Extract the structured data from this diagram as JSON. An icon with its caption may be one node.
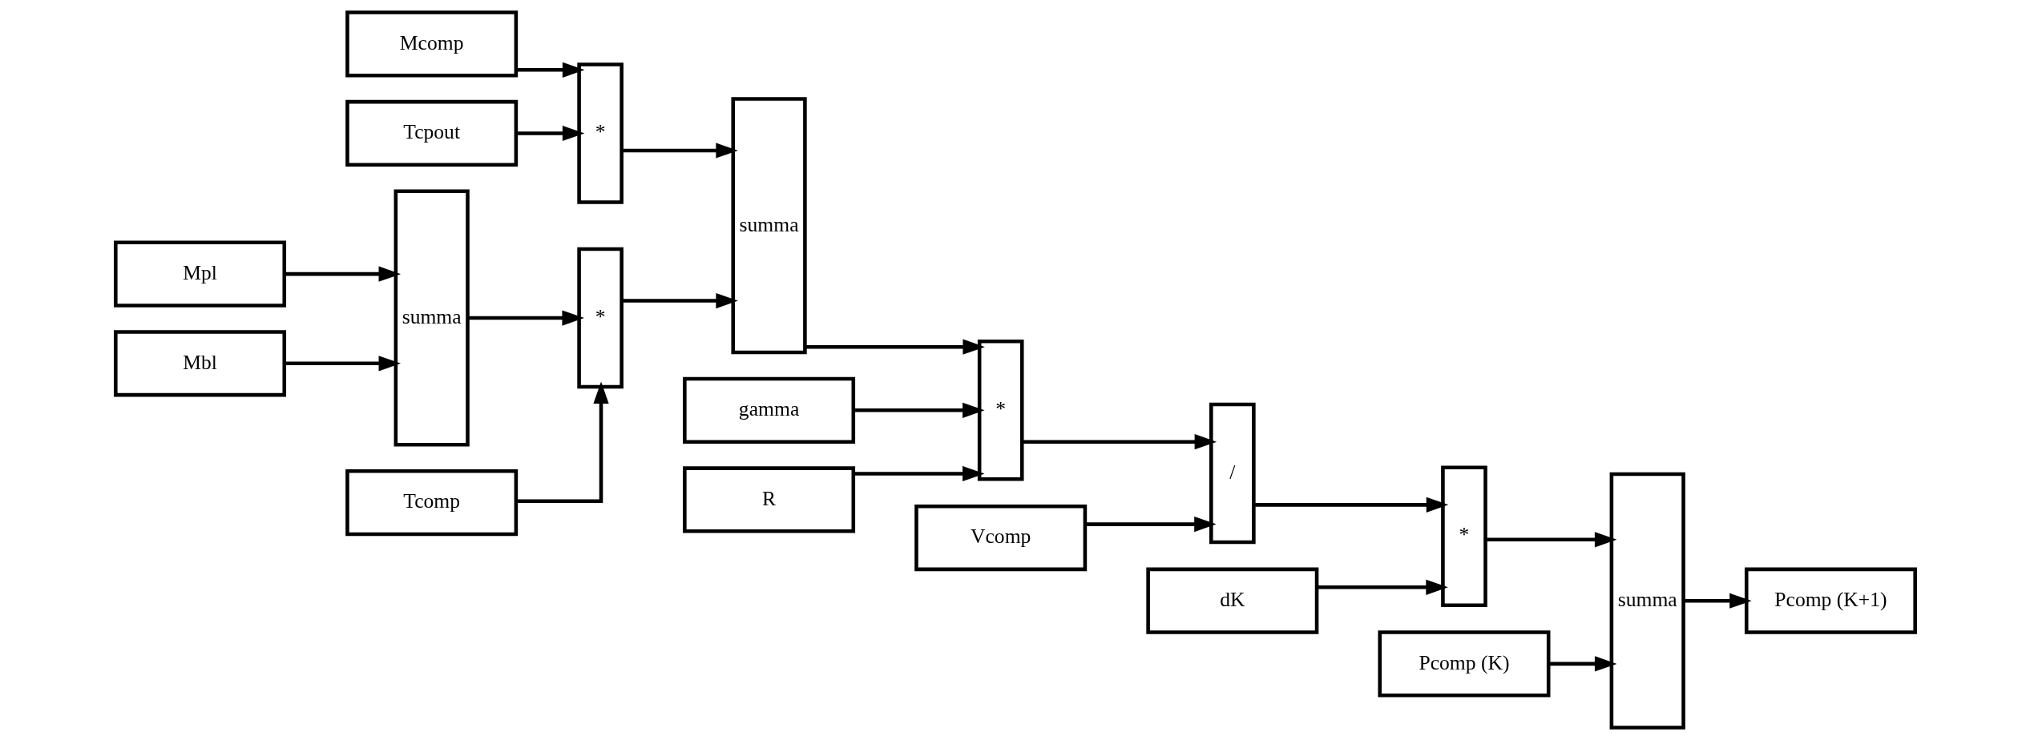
{
  "diagram": {
    "nodes": [
      {
        "text": [
          "Mcomp"
        ]
      },
      {
        "text": [
          "Tcpout"
        ]
      },
      {
        "text": [
          "*"
        ]
      },
      {
        "text": [
          "summa"
        ]
      },
      {
        "text": [
          "Mpl"
        ]
      },
      {
        "text": [
          "Mbl"
        ]
      },
      {
        "text": [
          "summa"
        ]
      },
      {
        "text": [
          "Tcomp"
        ]
      },
      {
        "text": [
          "*"
        ]
      },
      {
        "text": [
          "gamma"
        ]
      },
      {
        "text": [
          "R"
        ]
      },
      {
        "text": [
          "Vcomp"
        ]
      },
      {
        "text": [
          "*"
        ]
      },
      {
        "text": [
          "/"
        ]
      },
      {
        "text": [
          "dK"
        ]
      },
      {
        "text": [
          "*"
        ]
      },
      {
        "text": [
          "Pcomp (K)"
        ]
      },
      {
        "text": [
          "summa"
        ]
      },
      {
        "text": [
          "Pcomp (K+1)"
        ]
      }
    ],
    "edges": [
      {
        "from": 0,
        "to": 2,
        "arrow": "to"
      },
      {
        "from": 1,
        "to": 2,
        "arrow": "to"
      },
      {
        "from": 2,
        "to": 3,
        "arrow": "to"
      },
      {
        "from": 8,
        "to": 3,
        "arrow": "to"
      },
      {
        "from": 4,
        "to": 6,
        "arrow": "to"
      },
      {
        "from": 5,
        "to": 6,
        "arrow": "to"
      },
      {
        "from": 6,
        "to": 8,
        "arrow": "to"
      },
      {
        "from": 7,
        "to": 8,
        "arrow": "to"
      },
      {
        "from": 3,
        "to": 12,
        "arrow": "to"
      },
      {
        "from": 9,
        "to": 12,
        "arrow": "to"
      },
      {
        "from": 10,
        "to": 12,
        "arrow": "to"
      },
      {
        "from": 12,
        "to": 13,
        "arrow": "to"
      },
      {
        "from": 11,
        "to": 13,
        "arrow": "to"
      },
      {
        "from": 13,
        "to": 15,
        "arrow": "to"
      },
      {
        "from": 14,
        "to": 15,
        "arrow": "to"
      },
      {
        "from": 15,
        "to": 17,
        "arrow": "to"
      },
      {
        "from": 16,
        "to": 17,
        "arrow": "to"
      },
      {
        "from": 17,
        "to": 18,
        "arrow": "to"
      }
    ]
  }
}
